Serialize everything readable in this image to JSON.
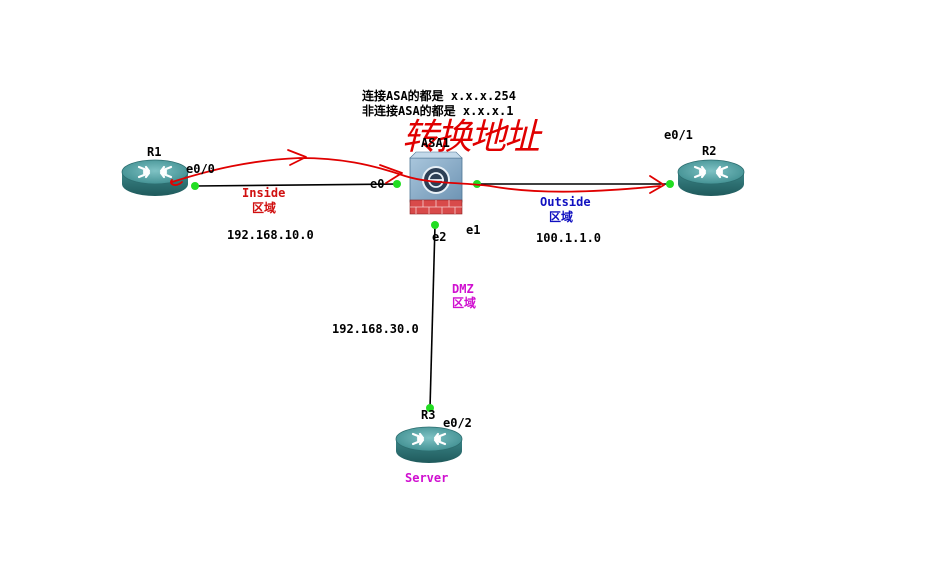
{
  "header_note": {
    "line1": "连接ASA的都是 x.x.x.254",
    "line2": "非连接ASA的都是 x.x.x.1"
  },
  "handwritten_annotation": "转换地址",
  "devices": {
    "r1": {
      "name": "R1"
    },
    "r2": {
      "name": "R2"
    },
    "r3": {
      "name": "R3",
      "role": "Server"
    },
    "asa": {
      "name": "ASA1"
    }
  },
  "interfaces": {
    "r1": "e0/0",
    "r2": "e0/1",
    "r3": "e0/2",
    "asa_inside": "e0",
    "asa_outside": "e1",
    "asa_dmz": "e2"
  },
  "zones": {
    "inside": {
      "name": "Inside",
      "suffix": "区域",
      "network": "192.168.10.0",
      "color": "#d01010"
    },
    "outside": {
      "name": "Outside",
      "suffix": "区域",
      "network": "100.1.1.0",
      "color": "#1010c0"
    },
    "dmz": {
      "name": "DMZ",
      "suffix": "区域",
      "network": "192.168.30.0",
      "color": "#d010d0"
    }
  },
  "colors": {
    "router_body": "#3f8e90",
    "link": "#000000",
    "port": "#22dd22",
    "annotation": "#e00000",
    "firewall_brick": "#d84a4a"
  },
  "icons": [
    "router-icon",
    "firewall-icon"
  ]
}
